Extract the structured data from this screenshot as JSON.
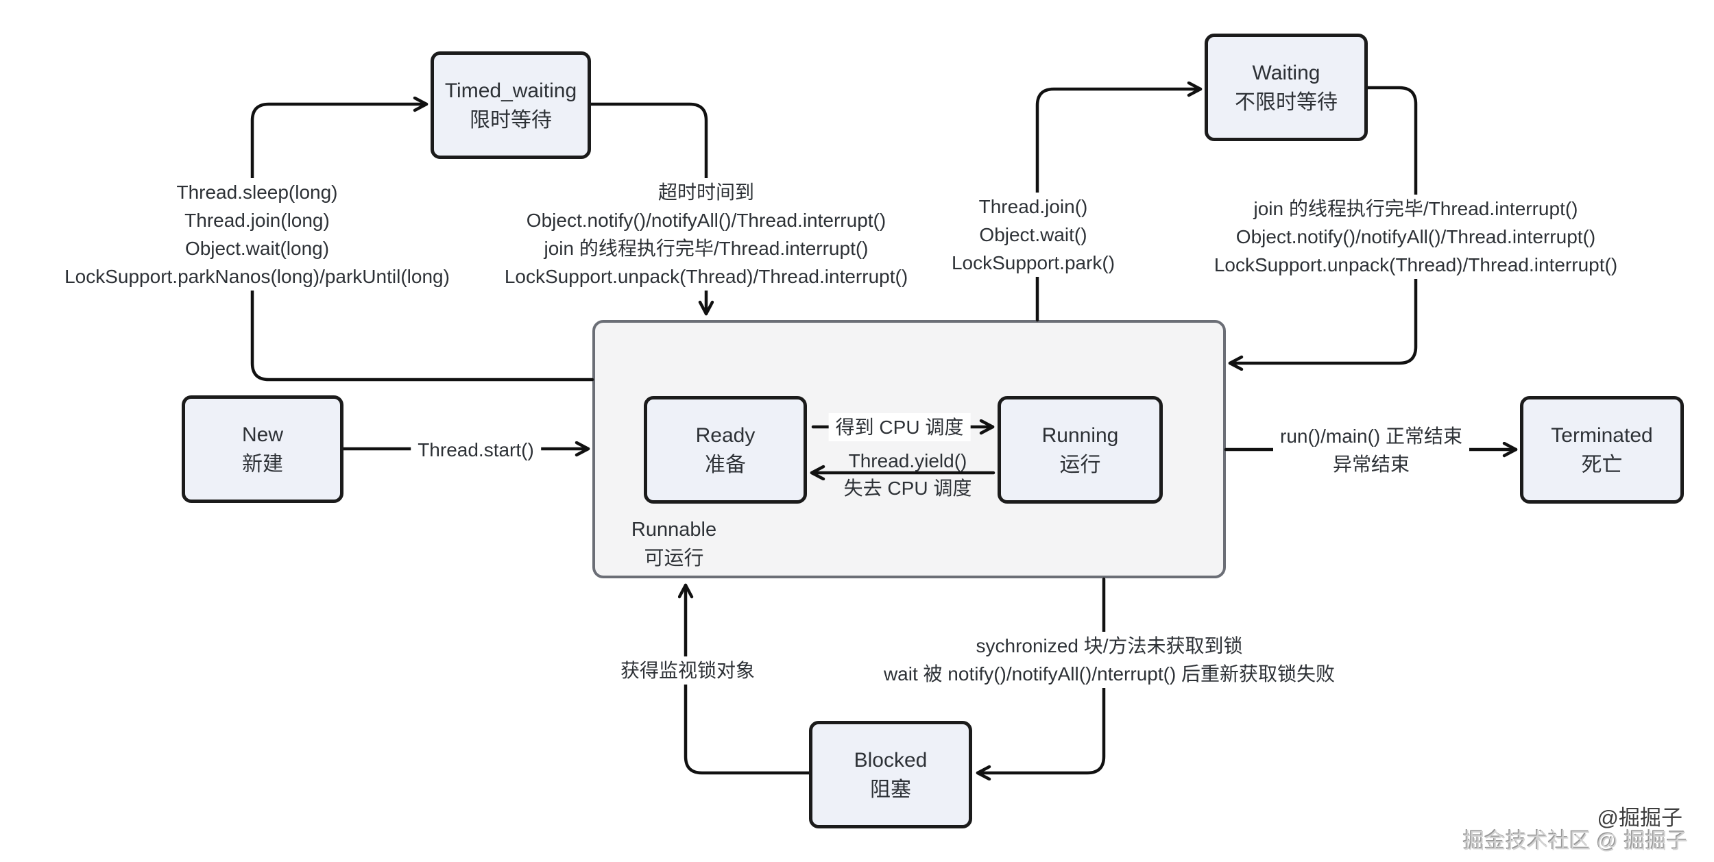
{
  "nodes": {
    "timed_waiting": {
      "title": "Timed_waiting",
      "subtitle": "限时等待"
    },
    "waiting": {
      "title": "Waiting",
      "subtitle": "不限时等待"
    },
    "new": {
      "title": "New",
      "subtitle": "新建"
    },
    "terminated": {
      "title": "Terminated",
      "subtitle": "死亡"
    },
    "runnable": {
      "title": "Runnable",
      "subtitle": "可运行"
    },
    "ready": {
      "title": "Ready",
      "subtitle": "准备"
    },
    "running": {
      "title": "Running",
      "subtitle": "运行"
    },
    "blocked": {
      "title": "Blocked",
      "subtitle": "阻塞"
    }
  },
  "edge_labels": {
    "to_timed_waiting": [
      "Thread.sleep(long)",
      "Thread.join(long)",
      "Object.wait(long)",
      "LockSupport.parkNanos(long)/parkUntil(long)"
    ],
    "from_timed_waiting": [
      "超时时间到",
      "Object.notify()/notifyAll()/Thread.interrupt()",
      "join 的线程执行完毕/Thread.interrupt()",
      "LockSupport.unpack(Thread)/Thread.interrupt()"
    ],
    "to_waiting": [
      "Thread.join()",
      "Object.wait()",
      "LockSupport.park()"
    ],
    "from_waiting": [
      "join 的线程执行完毕/Thread.interrupt()",
      "Object.notify()/notifyAll()/Thread.interrupt()",
      "LockSupport.unpack(Thread)/Thread.interrupt()"
    ],
    "thread_start": "Thread.start()",
    "cpu_dispatch": "得到 CPU 调度",
    "yield_line1": "Thread.yield()",
    "yield_line2": "失去 CPU 调度",
    "terminate_line1": "run()/main() 正常结束",
    "terminate_line2": "异常结束",
    "to_blocked_line1": "sychronized 块/方法未获取到锁",
    "to_blocked_line2": "wait 被 notify()/notifyAll()/nterrupt() 后重新获取锁失败",
    "from_blocked": "获得监视锁对象"
  },
  "watermark": {
    "line1": "@掘掘子",
    "line2": "掘金技术社区 @ 掘掘子"
  },
  "colors": {
    "background": "#ffffff",
    "node_fill": "#eef1f8",
    "node_border": "#1b1b1b",
    "container_fill": "#f4f4f5",
    "container_border": "#6b6e76",
    "line": "#111111",
    "text": "#2d3136",
    "watermark_dark": "#3d3d3d",
    "watermark_light": "#d3d3d3"
  }
}
